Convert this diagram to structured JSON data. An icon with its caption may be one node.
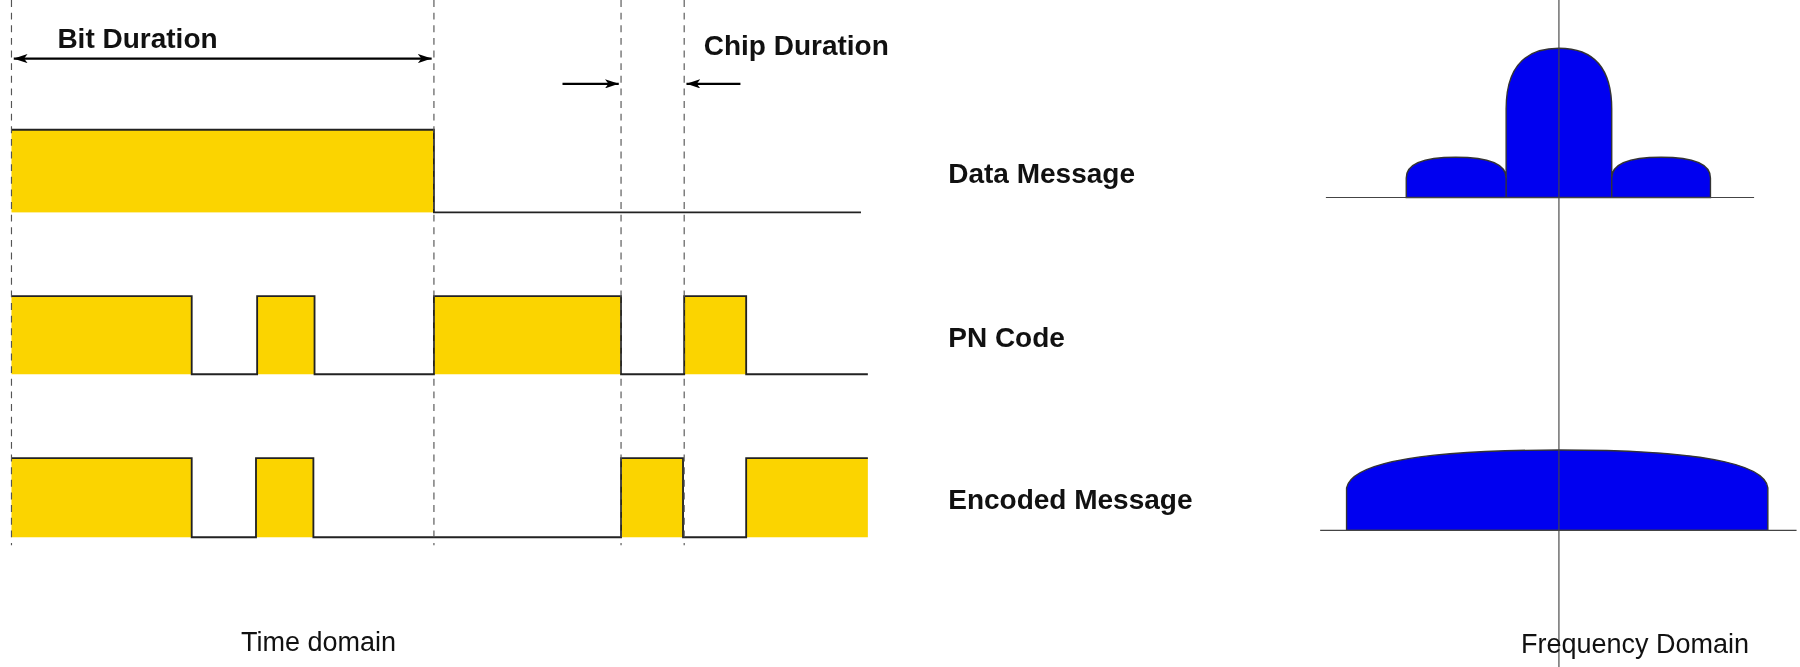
{
  "diagram": {
    "labels": [
      "Bit Duration",
      "Chip Duration",
      "Data Message",
      "PN Code",
      "Encoded Message",
      "Time domain",
      "Frequency Domain"
    ]
  }
}
